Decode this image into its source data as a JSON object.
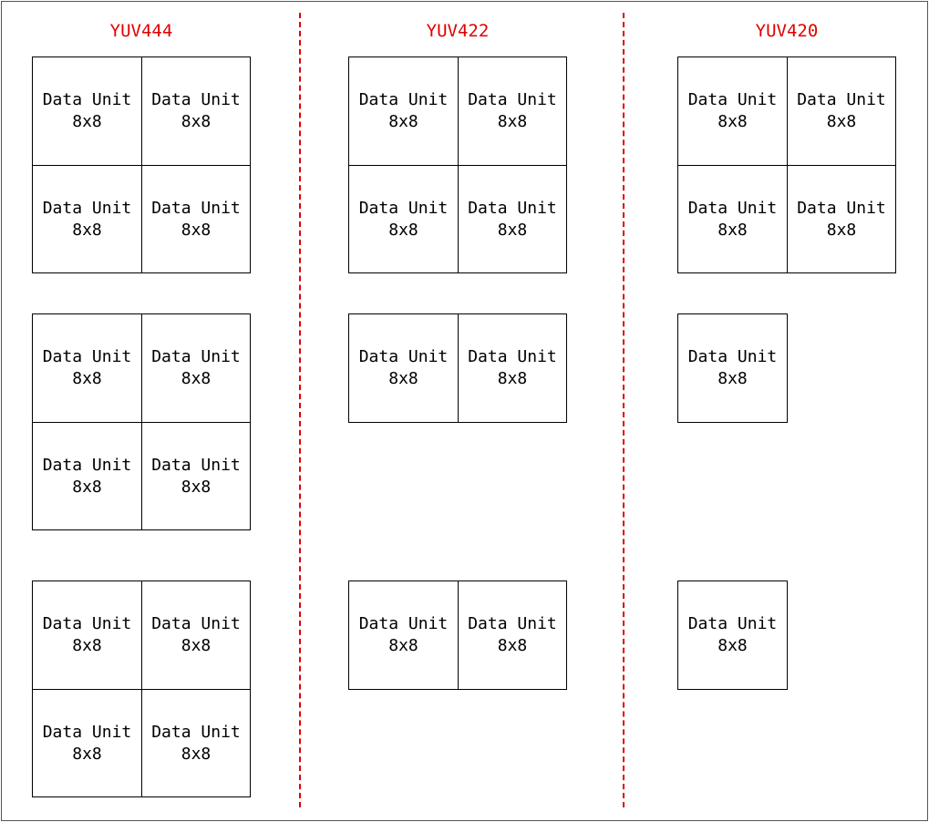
{
  "accent_color": "#e00000",
  "columns": [
    {
      "title": "YUV444",
      "blocks": [
        {
          "rows": 2,
          "cols": 2,
          "cells": [
            {
              "line1": "Data Unit",
              "line2": "8x8"
            },
            {
              "line1": "Data Unit",
              "line2": "8x8"
            },
            {
              "line1": "Data Unit",
              "line2": "8x8"
            },
            {
              "line1": "Data Unit",
              "line2": "8x8"
            }
          ]
        },
        {
          "rows": 2,
          "cols": 2,
          "cells": [
            {
              "line1": "Data Unit",
              "line2": "8x8"
            },
            {
              "line1": "Data Unit",
              "line2": "8x8"
            },
            {
              "line1": "Data Unit",
              "line2": "8x8"
            },
            {
              "line1": "Data Unit",
              "line2": "8x8"
            }
          ]
        },
        {
          "rows": 2,
          "cols": 2,
          "cells": [
            {
              "line1": "Data Unit",
              "line2": "8x8"
            },
            {
              "line1": "Data Unit",
              "line2": "8x8"
            },
            {
              "line1": "Data Unit",
              "line2": "8x8"
            },
            {
              "line1": "Data Unit",
              "line2": "8x8"
            }
          ]
        }
      ]
    },
    {
      "title": "YUV422",
      "blocks": [
        {
          "rows": 2,
          "cols": 2,
          "cells": [
            {
              "line1": "Data Unit",
              "line2": "8x8"
            },
            {
              "line1": "Data Unit",
              "line2": "8x8"
            },
            {
              "line1": "Data Unit",
              "line2": "8x8"
            },
            {
              "line1": "Data Unit",
              "line2": "8x8"
            }
          ]
        },
        {
          "rows": 1,
          "cols": 2,
          "cells": [
            {
              "line1": "Data Unit",
              "line2": "8x8"
            },
            {
              "line1": "Data Unit",
              "line2": "8x8"
            }
          ]
        },
        {
          "rows": 1,
          "cols": 2,
          "cells": [
            {
              "line1": "Data Unit",
              "line2": "8x8"
            },
            {
              "line1": "Data Unit",
              "line2": "8x8"
            }
          ]
        }
      ]
    },
    {
      "title": "YUV420",
      "blocks": [
        {
          "rows": 2,
          "cols": 2,
          "cells": [
            {
              "line1": "Data Unit",
              "line2": "8x8"
            },
            {
              "line1": "Data Unit",
              "line2": "8x8"
            },
            {
              "line1": "Data Unit",
              "line2": "8x8"
            },
            {
              "line1": "Data Unit",
              "line2": "8x8"
            }
          ]
        },
        {
          "rows": 1,
          "cols": 1,
          "cells": [
            {
              "line1": "Data Unit",
              "line2": "8x8"
            }
          ]
        },
        {
          "rows": 1,
          "cols": 1,
          "cells": [
            {
              "line1": "Data Unit",
              "line2": "8x8"
            }
          ]
        }
      ]
    }
  ]
}
